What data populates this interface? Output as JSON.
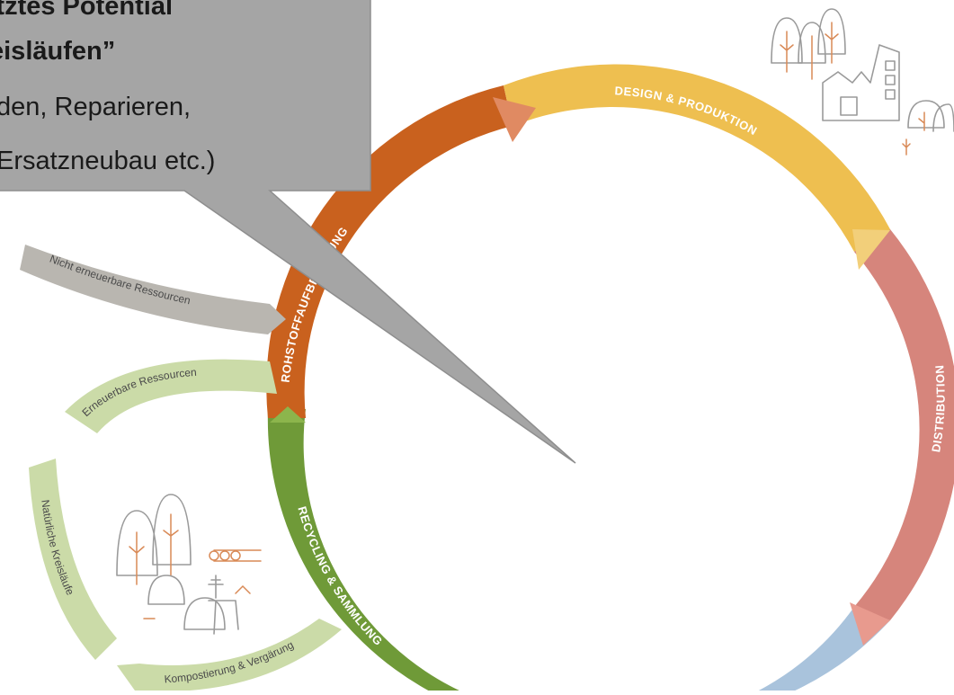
{
  "callout": {
    "line1": "nutztes Potential",
    "line2": "eisläufen”",
    "line3": "den, Reparieren,",
    "line4": "Ersatzneubau etc.)"
  },
  "outer_cycle": {
    "segments": [
      {
        "label": "ROHSTOFFAUFBEREITUNG",
        "color": "#c9611e"
      },
      {
        "label": "DESIGN & PRODUKTION",
        "color": "#eebf50"
      },
      {
        "label": "DISTRIBUTION",
        "color": "#d6857c"
      },
      {
        "label": "RECYCLING & SAMMLUNG",
        "color": "#6f9a38"
      }
    ],
    "extra_color": "#a9c3dc"
  },
  "side_arrows": {
    "nicht_erneuerbar": {
      "label": "Nicht erneuerbare Ressourcen",
      "color": "#b9b6b0"
    },
    "erneuerbar": {
      "label": "Erneuerbare Ressourcen",
      "color": "#cbdba8"
    },
    "natuerliche": {
      "label": "Natürliche Kreisläufe",
      "color": "#cbdba8"
    },
    "kompostierung": {
      "label": "Kompostierung & Vergärung",
      "color": "#cbdba8"
    }
  },
  "icons": [
    "factory-trees-icon",
    "forest-deer-icon"
  ]
}
